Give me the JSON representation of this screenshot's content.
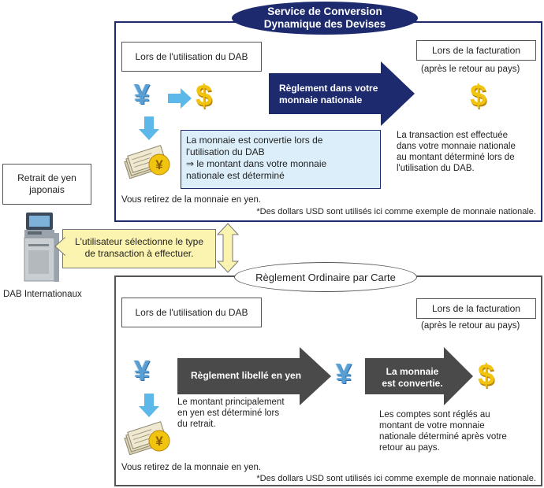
{
  "dcc": {
    "title_line1": "Service de Conversion",
    "title_line2": "Dynamique des Devises",
    "atm_use_label": "Lors de l'utilisation du DAB",
    "billing_label": "Lors de la facturation",
    "billing_sub": "(après le retour au pays)",
    "arrow_line1": "Règlement dans votre",
    "arrow_line2": "monnaie nationale",
    "callout_line1": "La monnaie est convertie lors de",
    "callout_line2": "l'utilisation du DAB",
    "callout_line3": "⇒ le montant dans votre monnaie",
    "callout_line4": "nationale est déterminé",
    "withdraw": "Vous retirez de la monnaie en yen.",
    "billing_desc_line1": "La transaction est effectuée",
    "billing_desc_line2": "dans votre monnaie nationale",
    "billing_desc_line3": "au montant déterminé lors de",
    "billing_desc_line4": "l'utilisation du DAB.",
    "note": "*Des dollars USD sont utilisés ici comme exemple de monnaie nationale."
  },
  "left": {
    "retrait_line1": "Retrait de yen",
    "retrait_line2": "japonais",
    "atm_caption": "DAB Internationaux",
    "select_line1": "L'utilisateur sélectionne le type",
    "select_line2": "de transaction à effectuer."
  },
  "ord": {
    "title": "Règlement Ordinaire par Carte",
    "atm_use_label": "Lors de l'utilisation du DAB",
    "billing_label": "Lors de la facturation",
    "billing_sub": "(après le retour au pays)",
    "arrow1_label": "Règlement libellé en yen",
    "arrow2_line1": "La monnaie",
    "arrow2_line2": "est convertie.",
    "principal_line1": "Le montant principalement",
    "principal_line2": "en yen est déterminé lors",
    "principal_line3": "du retrait.",
    "accounts_line1": "Les comptes sont réglés au",
    "accounts_line2": "montant de votre monnaie",
    "accounts_line3": "nationale déterminé après votre",
    "accounts_line4": "retour au pays.",
    "withdraw": "Vous retirez de la monnaie en yen.",
    "note": "*Des dollars USD sont utilisés ici comme exemple de monnaie nationale."
  },
  "icons": {
    "yen": "¥",
    "dollar": "$"
  },
  "colors": {
    "dcc_border": "#1d2a6e",
    "dcc_title_bg": "#1d2a6e",
    "dcc_arrow": "#1d2a6e",
    "ord_arrow": "#4a4a4a",
    "callout_bg": "#dbeefa",
    "select_bg": "#fbf3b0",
    "yen_blue": "#5a9fd4",
    "dollar_gold": "#f1c40f"
  }
}
